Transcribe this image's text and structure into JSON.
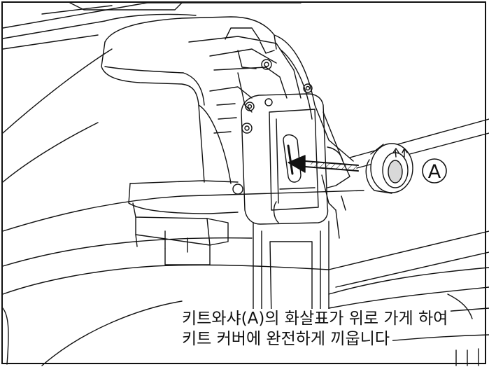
{
  "callout": {
    "label": "A"
  },
  "caption": {
    "line1": "키트와샤(A)의 화살표가 위로 가게 하여",
    "line2": "키트 커버에 완전하게 끼웁니다"
  },
  "colors": {
    "line": "#111111",
    "paper": "#ffffff",
    "shade": "#d9d9d9"
  },
  "icons": [
    "arrow-icon",
    "kit-washer-icon",
    "screw-icon"
  ]
}
